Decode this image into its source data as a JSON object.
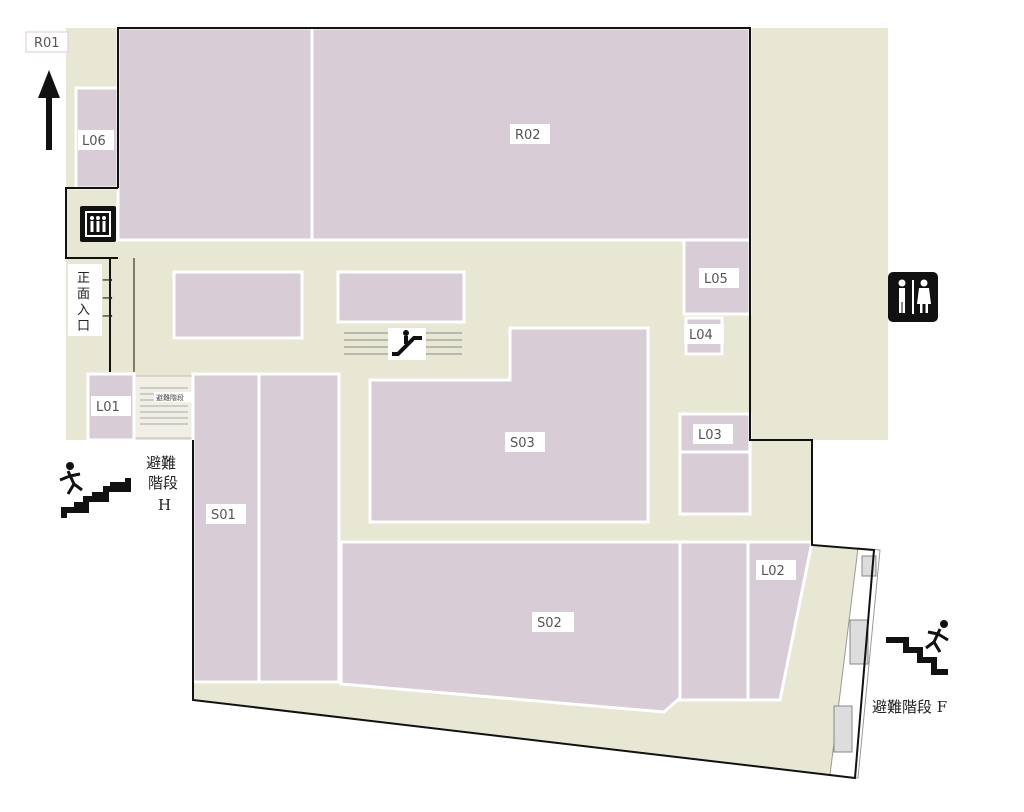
{
  "rooms": {
    "r01": "R01",
    "r02": "R02",
    "l01": "L01",
    "l02": "L02",
    "l03": "L03",
    "l04": "L04",
    "l05": "L05",
    "l06": "L06",
    "s01": "S01",
    "s02": "S02",
    "s03": "S03"
  },
  "entrance": {
    "chars": [
      "正",
      "面",
      "入",
      "口"
    ],
    "arrow": "→"
  },
  "stairs_h": {
    "line1": "避難",
    "line2": "階段",
    "line3": "H"
  },
  "stairs_f": {
    "label": "避難階段 F"
  },
  "stair_plate": "避難階段",
  "icons": {
    "elevator": "elevator-icon",
    "restroom": "restroom-icon",
    "escalator": "escalator-icon",
    "emergency_stairs": "emergency-stairs-icon",
    "north_arrow": "arrow-up-icon"
  },
  "colors": {
    "room": "#d8ccd6",
    "corridor": "#e8e7d4",
    "outline": "#111111",
    "label_text": "#555555"
  }
}
